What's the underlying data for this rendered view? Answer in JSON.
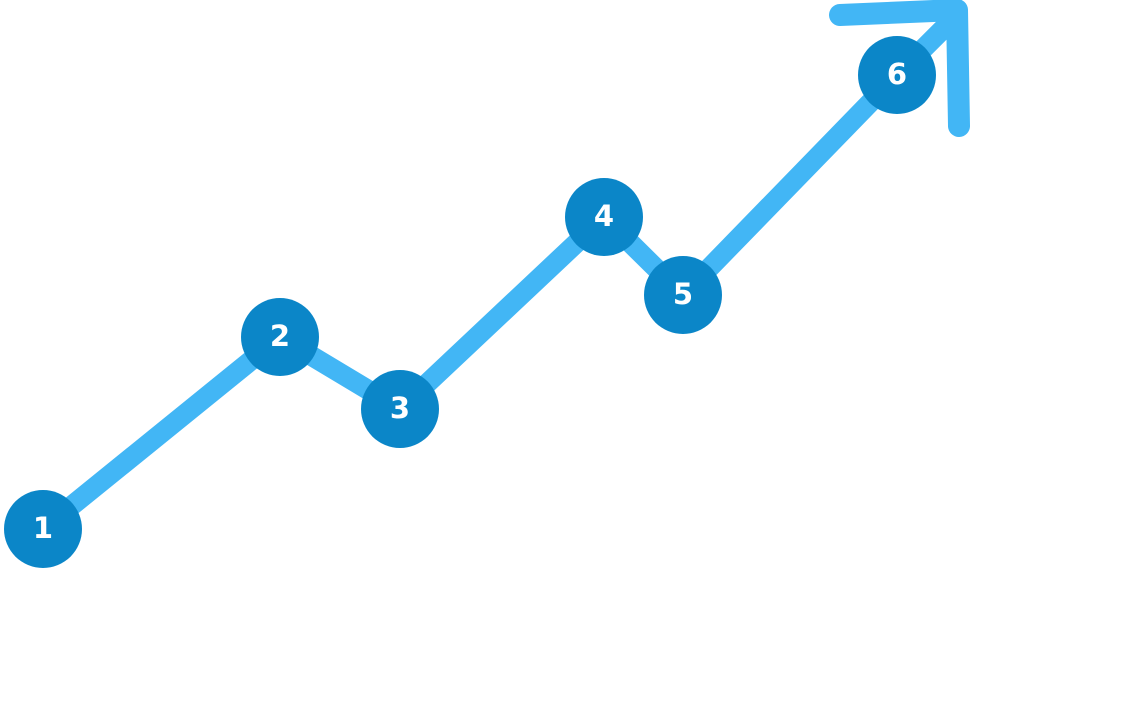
{
  "colors": {
    "path": "#42b6f5",
    "node": "#0b86c8",
    "label": "#ffffff",
    "background": "#ffffff"
  },
  "arrow": {
    "direction": "up-right",
    "icon": "arrow-up-right-icon"
  },
  "steps": [
    {
      "label": "1"
    },
    {
      "label": "2"
    },
    {
      "label": "3"
    },
    {
      "label": "4"
    },
    {
      "label": "5"
    },
    {
      "label": "6"
    }
  ]
}
